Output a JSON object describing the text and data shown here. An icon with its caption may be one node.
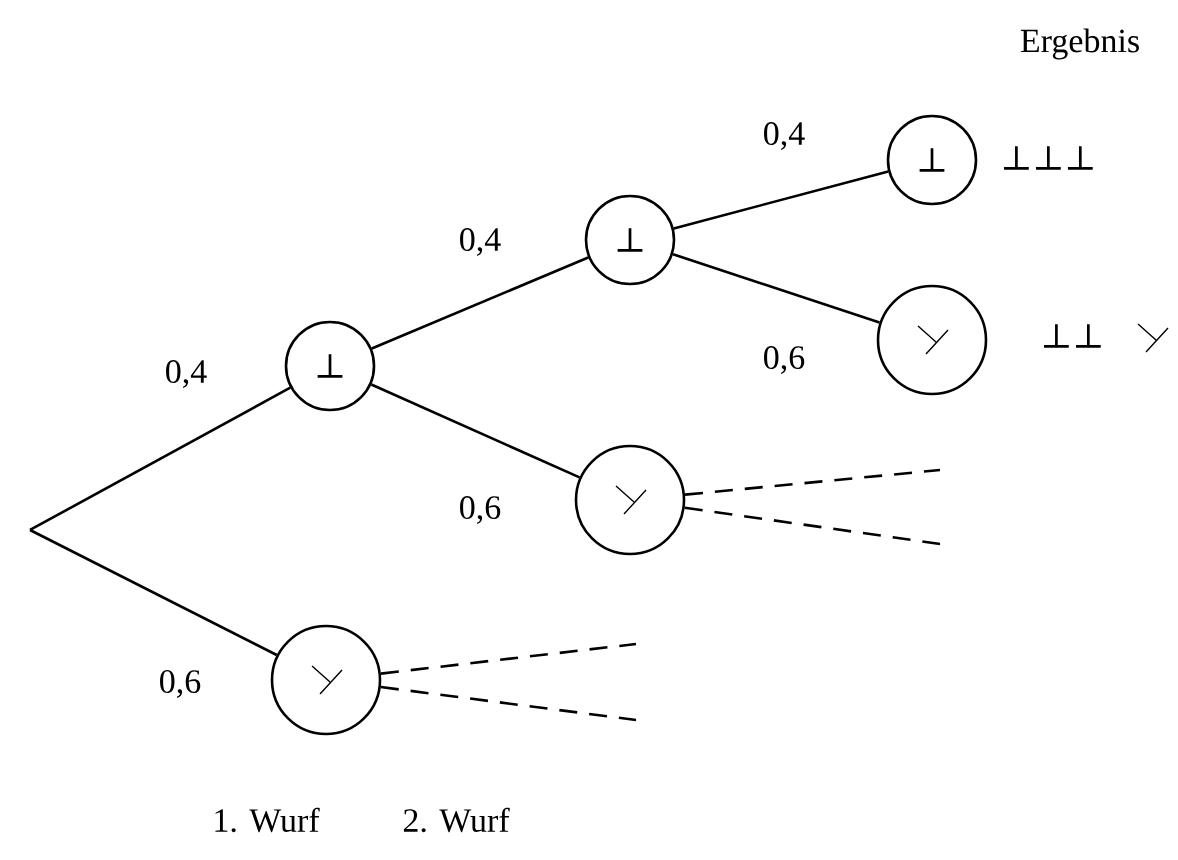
{
  "diagram": {
    "nodes": [
      {
        "text": [
          "⊥"
        ]
      },
      {
        "text": [],
        "shape": "circle"
      },
      {
        "text": [
          "⊥"
        ]
      },
      {
        "text": [],
        "shape": "circle"
      },
      {
        "text": [
          "⊥"
        ],
        "beside": [
          "⊥⊥⊥"
        ]
      },
      {
        "text": [],
        "shape": "circle",
        "beside": [
          "⊥⊥"
        ]
      }
    ],
    "edges": [
      {
        "from": null,
        "to": 0,
        "arrow": "none",
        "label": "0,4"
      },
      {
        "from": null,
        "to": 1,
        "arrow": "none",
        "label": "0,6"
      },
      {
        "from": 0,
        "to": 2,
        "arrow": "none",
        "label": "0,4"
      },
      {
        "from": 0,
        "to": 3,
        "arrow": "none",
        "label": "0,6"
      },
      {
        "from": 2,
        "to": 4,
        "arrow": "none",
        "label": "0,4"
      },
      {
        "from": 2,
        "to": 5,
        "arrow": "none",
        "label": "0,6"
      },
      {
        "from": 3,
        "to": null,
        "arrow": "none",
        "style": "dashed"
      },
      {
        "from": 3,
        "to": null,
        "arrow": "none",
        "style": "dashed"
      },
      {
        "from": 1,
        "to": null,
        "arrow": "none",
        "style": "dashed"
      },
      {
        "from": 1,
        "to": null,
        "arrow": "none",
        "style": "dashed"
      }
    ],
    "labels": [
      "Ergebnis",
      "1. Wurf",
      "2. Wurf"
    ]
  }
}
